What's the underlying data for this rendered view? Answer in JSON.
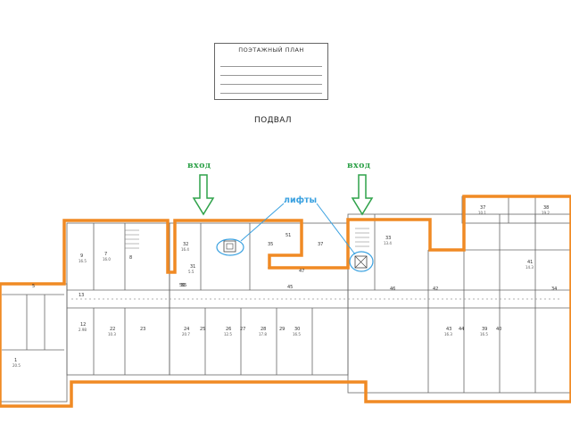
{
  "stamp": {
    "heading": "ПОЭТАЖНЫЙ ПЛАН"
  },
  "floor_title": "ПОДВАЛ",
  "entrances": [
    {
      "label": "вход"
    },
    {
      "label": "вход"
    }
  ],
  "lifts_label": "лифты",
  "colors": {
    "outline": "#f08a24",
    "entrance": "#2fa24a",
    "lifts": "#3aa1e0",
    "walls": "#555555"
  },
  "rooms": [
    {
      "num": "1",
      "area": "20.5"
    },
    {
      "num": "5",
      "area": ""
    },
    {
      "num": "12",
      "area": "2.98"
    },
    {
      "num": "13",
      "area": ""
    },
    {
      "num": "7",
      "area": "16.0"
    },
    {
      "num": "8",
      "area": ""
    },
    {
      "num": "9",
      "area": "16.5"
    },
    {
      "num": "32",
      "area": "16.4"
    },
    {
      "num": "31",
      "area": "5.5"
    },
    {
      "num": "55",
      "area": ""
    },
    {
      "num": "35",
      "area": ""
    },
    {
      "num": "37",
      "area": ""
    },
    {
      "num": "51",
      "area": ""
    },
    {
      "num": "47",
      "area": ""
    },
    {
      "num": "45",
      "area": ""
    },
    {
      "num": "46",
      "area": ""
    },
    {
      "num": "56",
      "area": ""
    },
    {
      "num": "22",
      "area": "10.3"
    },
    {
      "num": "23",
      "area": ""
    },
    {
      "num": "24",
      "area": "20.7"
    },
    {
      "num": "25",
      "area": ""
    },
    {
      "num": "26",
      "area": "12.5"
    },
    {
      "num": "27",
      "area": ""
    },
    {
      "num": "28",
      "area": "17.8"
    },
    {
      "num": "29",
      "area": ""
    },
    {
      "num": "30",
      "area": "16.5"
    },
    {
      "num": "42",
      "area": ""
    },
    {
      "num": "43",
      "area": "16.3"
    },
    {
      "num": "44",
      "area": ""
    },
    {
      "num": "39",
      "area": "16.5"
    },
    {
      "num": "40",
      "area": ""
    },
    {
      "num": "33",
      "area": "13.4"
    },
    {
      "num": "37",
      "area": "10.1"
    },
    {
      "num": "38",
      "area": "19.2"
    },
    {
      "num": "41",
      "area": "14.3"
    },
    {
      "num": "34",
      "area": ""
    }
  ]
}
